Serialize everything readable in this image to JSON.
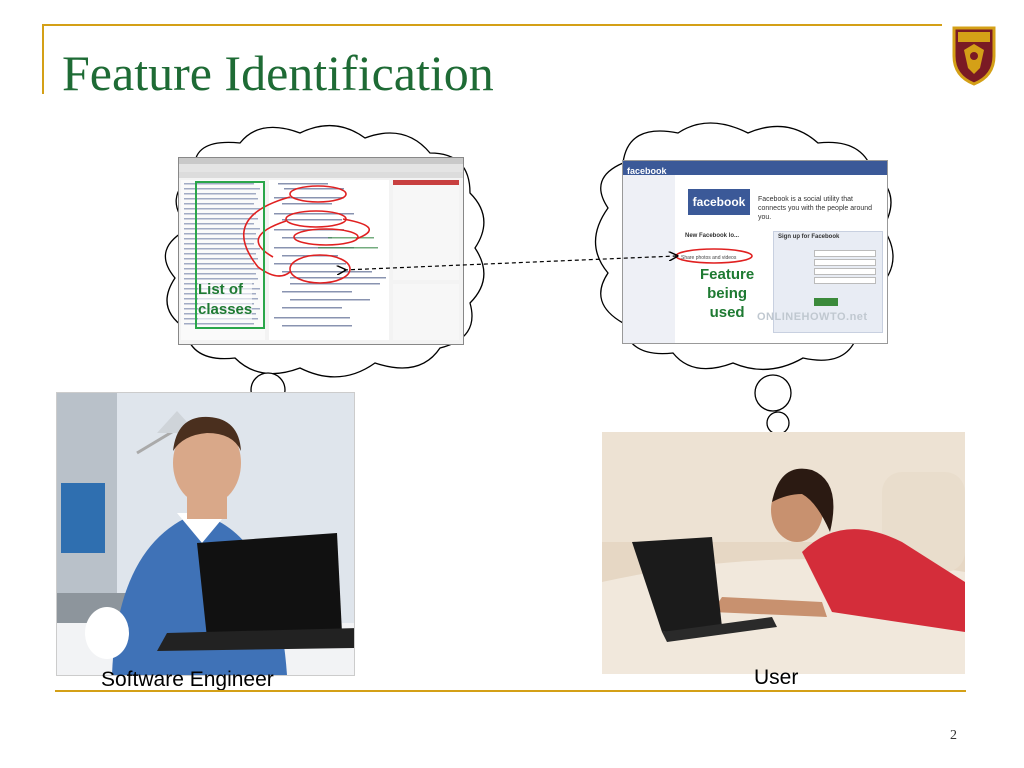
{
  "slide": {
    "title": "Feature Identification",
    "page_number": "2"
  },
  "ide_screenshot": {
    "classes_label_line1": "List of",
    "classes_label_line2": "classes"
  },
  "facebook_screenshot": {
    "header": "facebook",
    "logo": "facebook",
    "tagline": "Facebook is a social utility that connects you with the people around you.",
    "new_heading": "New Facebook lo...",
    "items": [
      "Share photos and videos"
    ],
    "signup_title": "Sign up for Facebook",
    "feature_label_line1": "Feature",
    "feature_label_line2": "being",
    "feature_label_line3": "used",
    "watermark": "ONLINEHOWTO.net"
  },
  "people": {
    "engineer_caption": "Software Engineer",
    "user_caption": "User"
  },
  "colors": {
    "title_green": "#1e6b35",
    "accent_gold": "#d4a017",
    "label_green": "#1e7a32",
    "highlight_red": "#e02020",
    "facebook_blue": "#3b5998"
  }
}
